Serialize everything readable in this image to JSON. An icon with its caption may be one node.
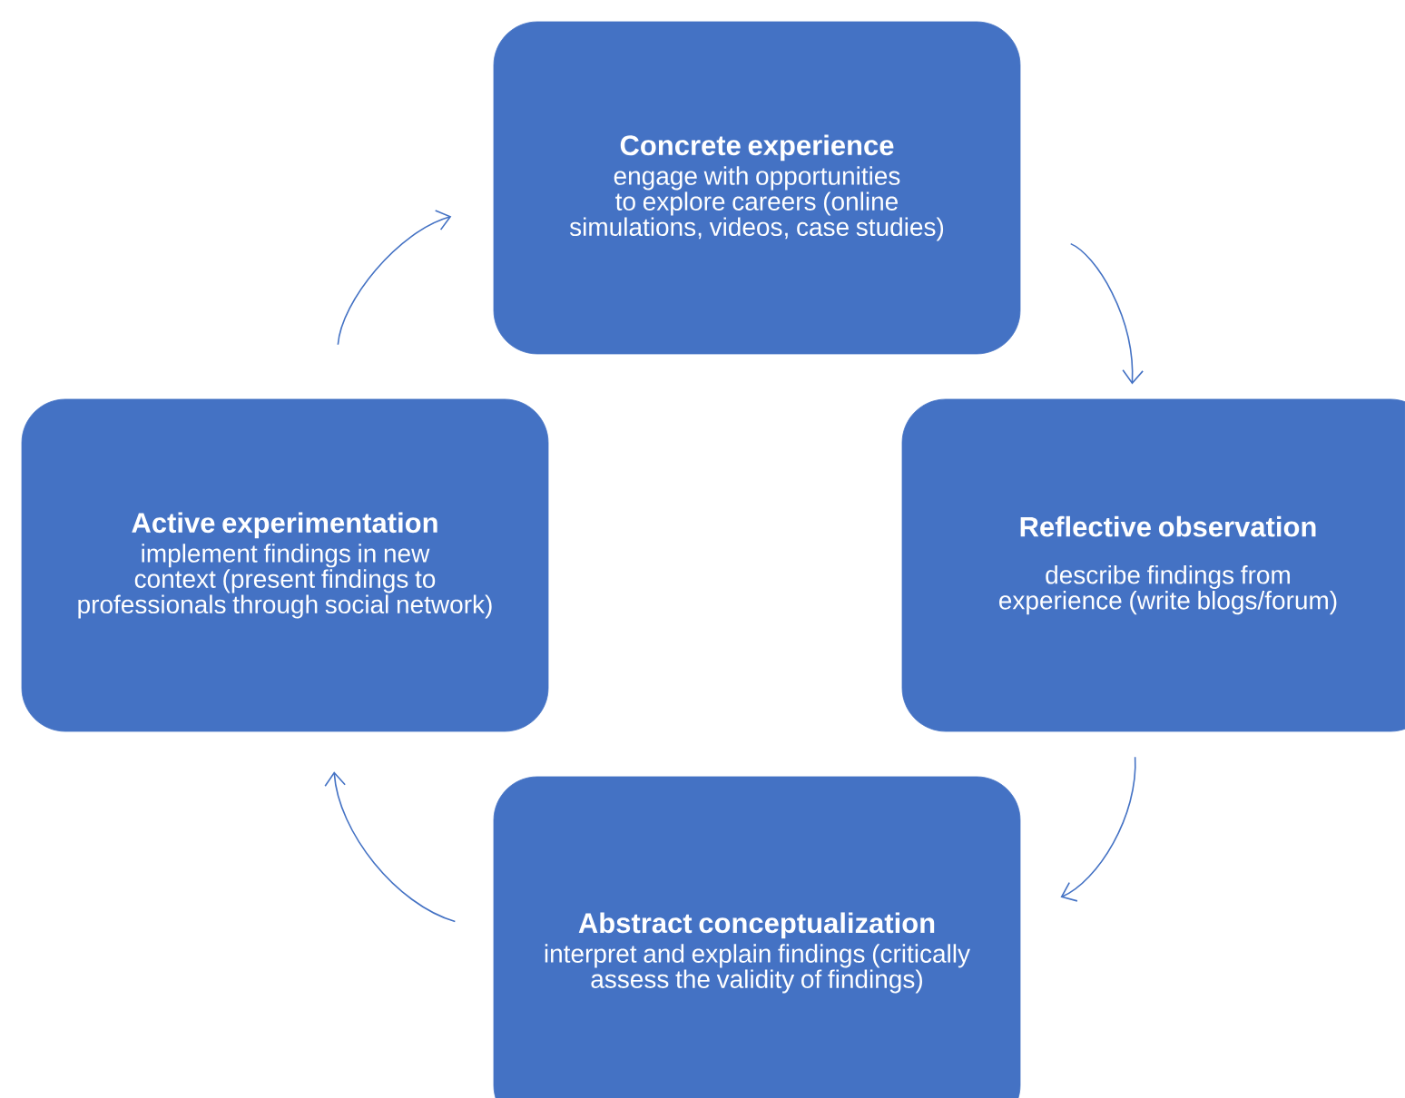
{
  "diagram": {
    "nodes": [
      {
        "text": [
          "Concrete experience",
          "engage with opportunities to explore careers (online simulations, videos, case studies)"
        ]
      },
      {
        "text": [
          "Reflective observation",
          "describe findings from experience (write blogs/forum)"
        ]
      },
      {
        "text": [
          "Abstract conceptualization",
          "interpret and explain findings (critically assess the validity of findings)"
        ]
      },
      {
        "text": [
          "Active experimentation",
          "implement findings in new context (present findings to professionals through social network)"
        ]
      }
    ],
    "edges": [
      {
        "from": 0,
        "to": 1,
        "arrow": "to"
      },
      {
        "from": 1,
        "to": 2,
        "arrow": "to"
      },
      {
        "from": 2,
        "to": 3,
        "arrow": "to"
      },
      {
        "from": 3,
        "to": 0,
        "arrow": "to"
      }
    ]
  }
}
